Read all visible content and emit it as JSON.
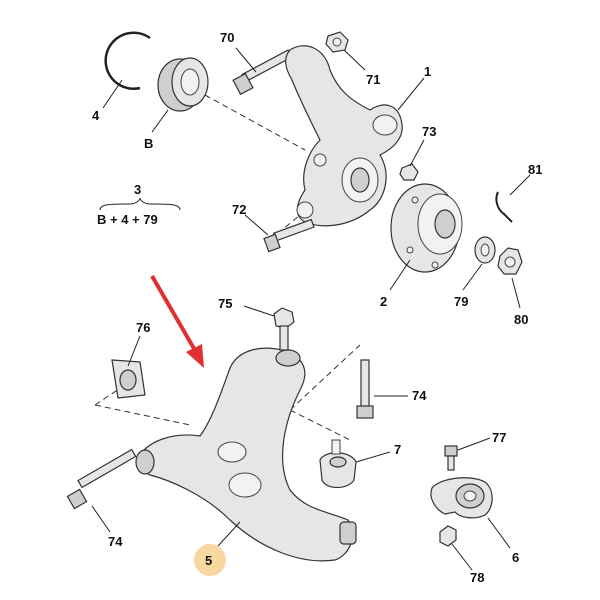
{
  "labels": {
    "p1": "1",
    "p2": "2",
    "p3": "3",
    "p4": "4",
    "p5": "5",
    "p6": "6",
    "p7": "7",
    "p70": "70",
    "p71": "71",
    "p72": "72",
    "p73": "73",
    "p74a": "74",
    "p74b": "74",
    "p75": "75",
    "p76": "76",
    "p77": "77",
    "p78": "78",
    "p79": "79",
    "p80": "80",
    "p81": "81",
    "pB": "B",
    "kit_formula": "B + 4 + 79"
  },
  "colors": {
    "highlight_circle": "#f7d9a0",
    "arrow": "#e03030"
  }
}
